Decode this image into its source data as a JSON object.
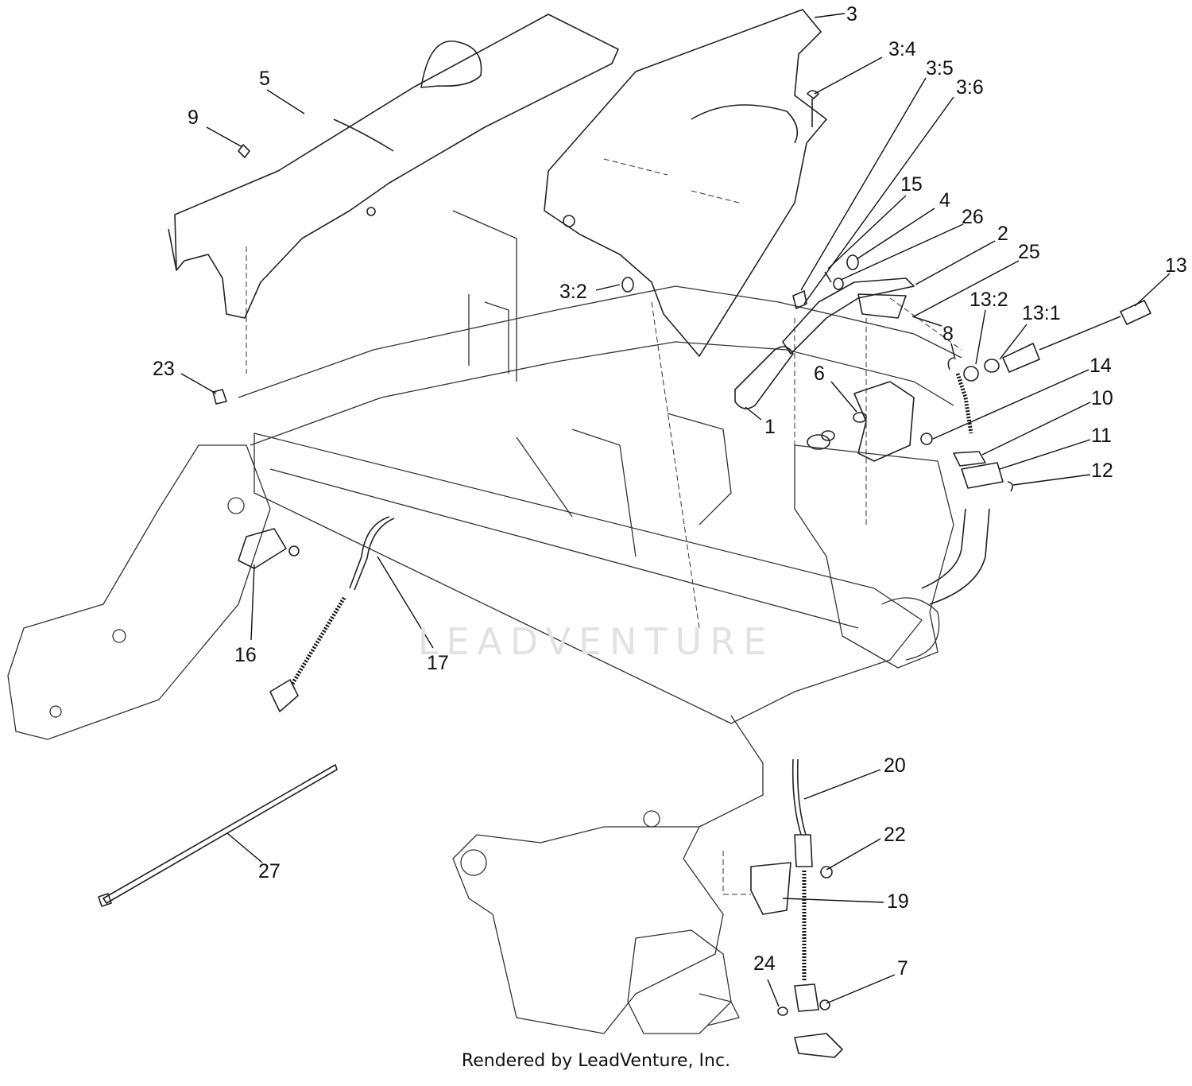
{
  "diagram": {
    "callouts": [
      {
        "id": "c-3",
        "text": "3"
      },
      {
        "id": "c-3-4",
        "text": "3:4"
      },
      {
        "id": "c-3-5",
        "text": "3:5"
      },
      {
        "id": "c-3-6",
        "text": "3:6"
      },
      {
        "id": "c-5",
        "text": "5"
      },
      {
        "id": "c-9",
        "text": "9"
      },
      {
        "id": "c-15",
        "text": "15"
      },
      {
        "id": "c-4",
        "text": "4"
      },
      {
        "id": "c-26",
        "text": "26"
      },
      {
        "id": "c-2",
        "text": "2"
      },
      {
        "id": "c-25",
        "text": "25"
      },
      {
        "id": "c-13",
        "text": "13"
      },
      {
        "id": "c-13-2",
        "text": "13:2"
      },
      {
        "id": "c-13-1",
        "text": "13:1"
      },
      {
        "id": "c-3-2",
        "text": "3:2"
      },
      {
        "id": "c-8",
        "text": "8"
      },
      {
        "id": "c-14",
        "text": "14"
      },
      {
        "id": "c-6",
        "text": "6"
      },
      {
        "id": "c-10",
        "text": "10"
      },
      {
        "id": "c-1",
        "text": "1"
      },
      {
        "id": "c-11",
        "text": "11"
      },
      {
        "id": "c-12",
        "text": "12"
      },
      {
        "id": "c-23",
        "text": "23"
      },
      {
        "id": "c-16",
        "text": "16"
      },
      {
        "id": "c-17",
        "text": "17"
      },
      {
        "id": "c-20",
        "text": "20"
      },
      {
        "id": "c-22",
        "text": "22"
      },
      {
        "id": "c-19",
        "text": "19"
      },
      {
        "id": "c-27",
        "text": "27"
      },
      {
        "id": "c-24",
        "text": "24"
      },
      {
        "id": "c-7",
        "text": "7"
      }
    ],
    "watermark": "LEADVENTURE",
    "credit": "Rendered by LeadVenture, Inc."
  }
}
